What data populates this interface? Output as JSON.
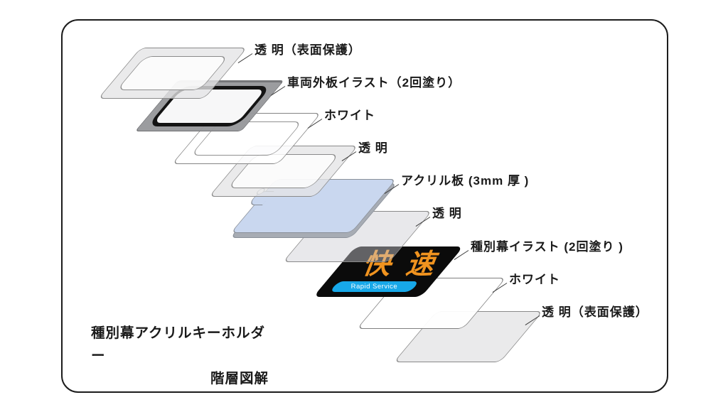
{
  "title": {
    "line1": "種別幕アクリルキーホルダー",
    "line2": "階層図解"
  },
  "layers": [
    {
      "label": "透 明（表面保護）",
      "material": "clear-top"
    },
    {
      "label": "車両外板イラスト（2回塗り）",
      "material": "vehicle-body-illustration"
    },
    {
      "label": "ホワイト",
      "material": "white-upper"
    },
    {
      "label": "透 明",
      "material": "clear-upper"
    },
    {
      "label": "アクリル板 (3mm 厚 )",
      "material": "acrylic-plate-3mm"
    },
    {
      "label": "透 明",
      "material": "clear-lower"
    },
    {
      "label": "種別幕イラスト (2回塗り )",
      "material": "destination-sign-illustration"
    },
    {
      "label": "ホワイト",
      "material": "white-lower"
    },
    {
      "label": "透 明（表面保護）",
      "material": "clear-bottom"
    }
  ],
  "sign": {
    "kanji": "快速",
    "romaji": "Rapid Service"
  },
  "colors": {
    "sign_orange": "#F0931F",
    "sign_band_blue": "#17A8E9",
    "acrylic_blue": "#C9D7EF",
    "border_black": "#1c1c1c"
  }
}
